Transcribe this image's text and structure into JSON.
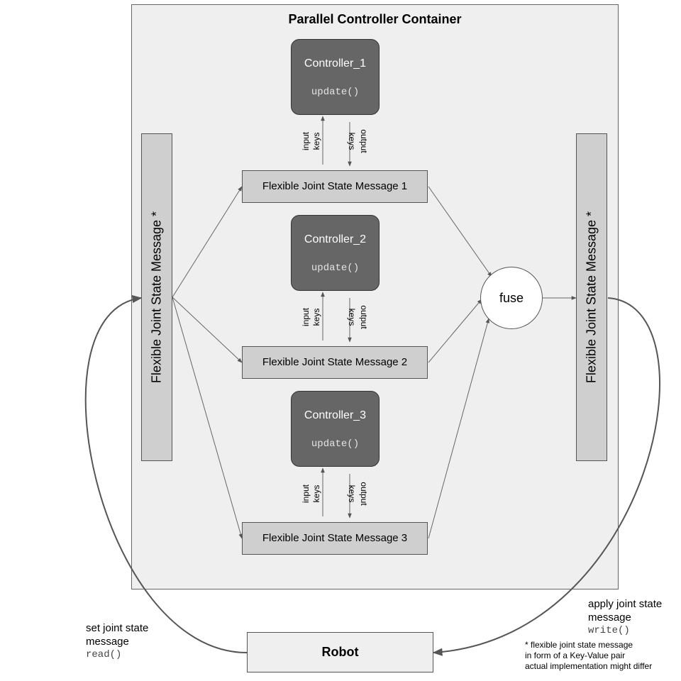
{
  "container": {
    "title": "Parallel Controller Container"
  },
  "controllers": [
    {
      "name": "Controller_1",
      "method": "update()"
    },
    {
      "name": "Controller_2",
      "method": "update()"
    },
    {
      "name": "Controller_3",
      "method": "update()"
    }
  ],
  "messages": [
    "Flexible Joint State Message 1",
    "Flexible Joint State Message 2",
    "Flexible Joint State Message 3"
  ],
  "keys": {
    "input_line1": "input",
    "output_line1": "output",
    "line2": "keys"
  },
  "left_bar": {
    "label": "Flexible Joint State Message *"
  },
  "right_bar": {
    "label": "Flexible Joint State Message *"
  },
  "fuse": {
    "label": "fuse"
  },
  "robot": {
    "label": "Robot"
  },
  "left_note": {
    "line1": "set joint state",
    "line2": "message",
    "method": "read()"
  },
  "right_note": {
    "line1": "apply joint state",
    "line2": "message",
    "method": "write()"
  },
  "footnote": {
    "line1": "* flexible joint state message",
    "line2": "in form of a Key-Value pair",
    "line3": "actual implementation might differ"
  }
}
